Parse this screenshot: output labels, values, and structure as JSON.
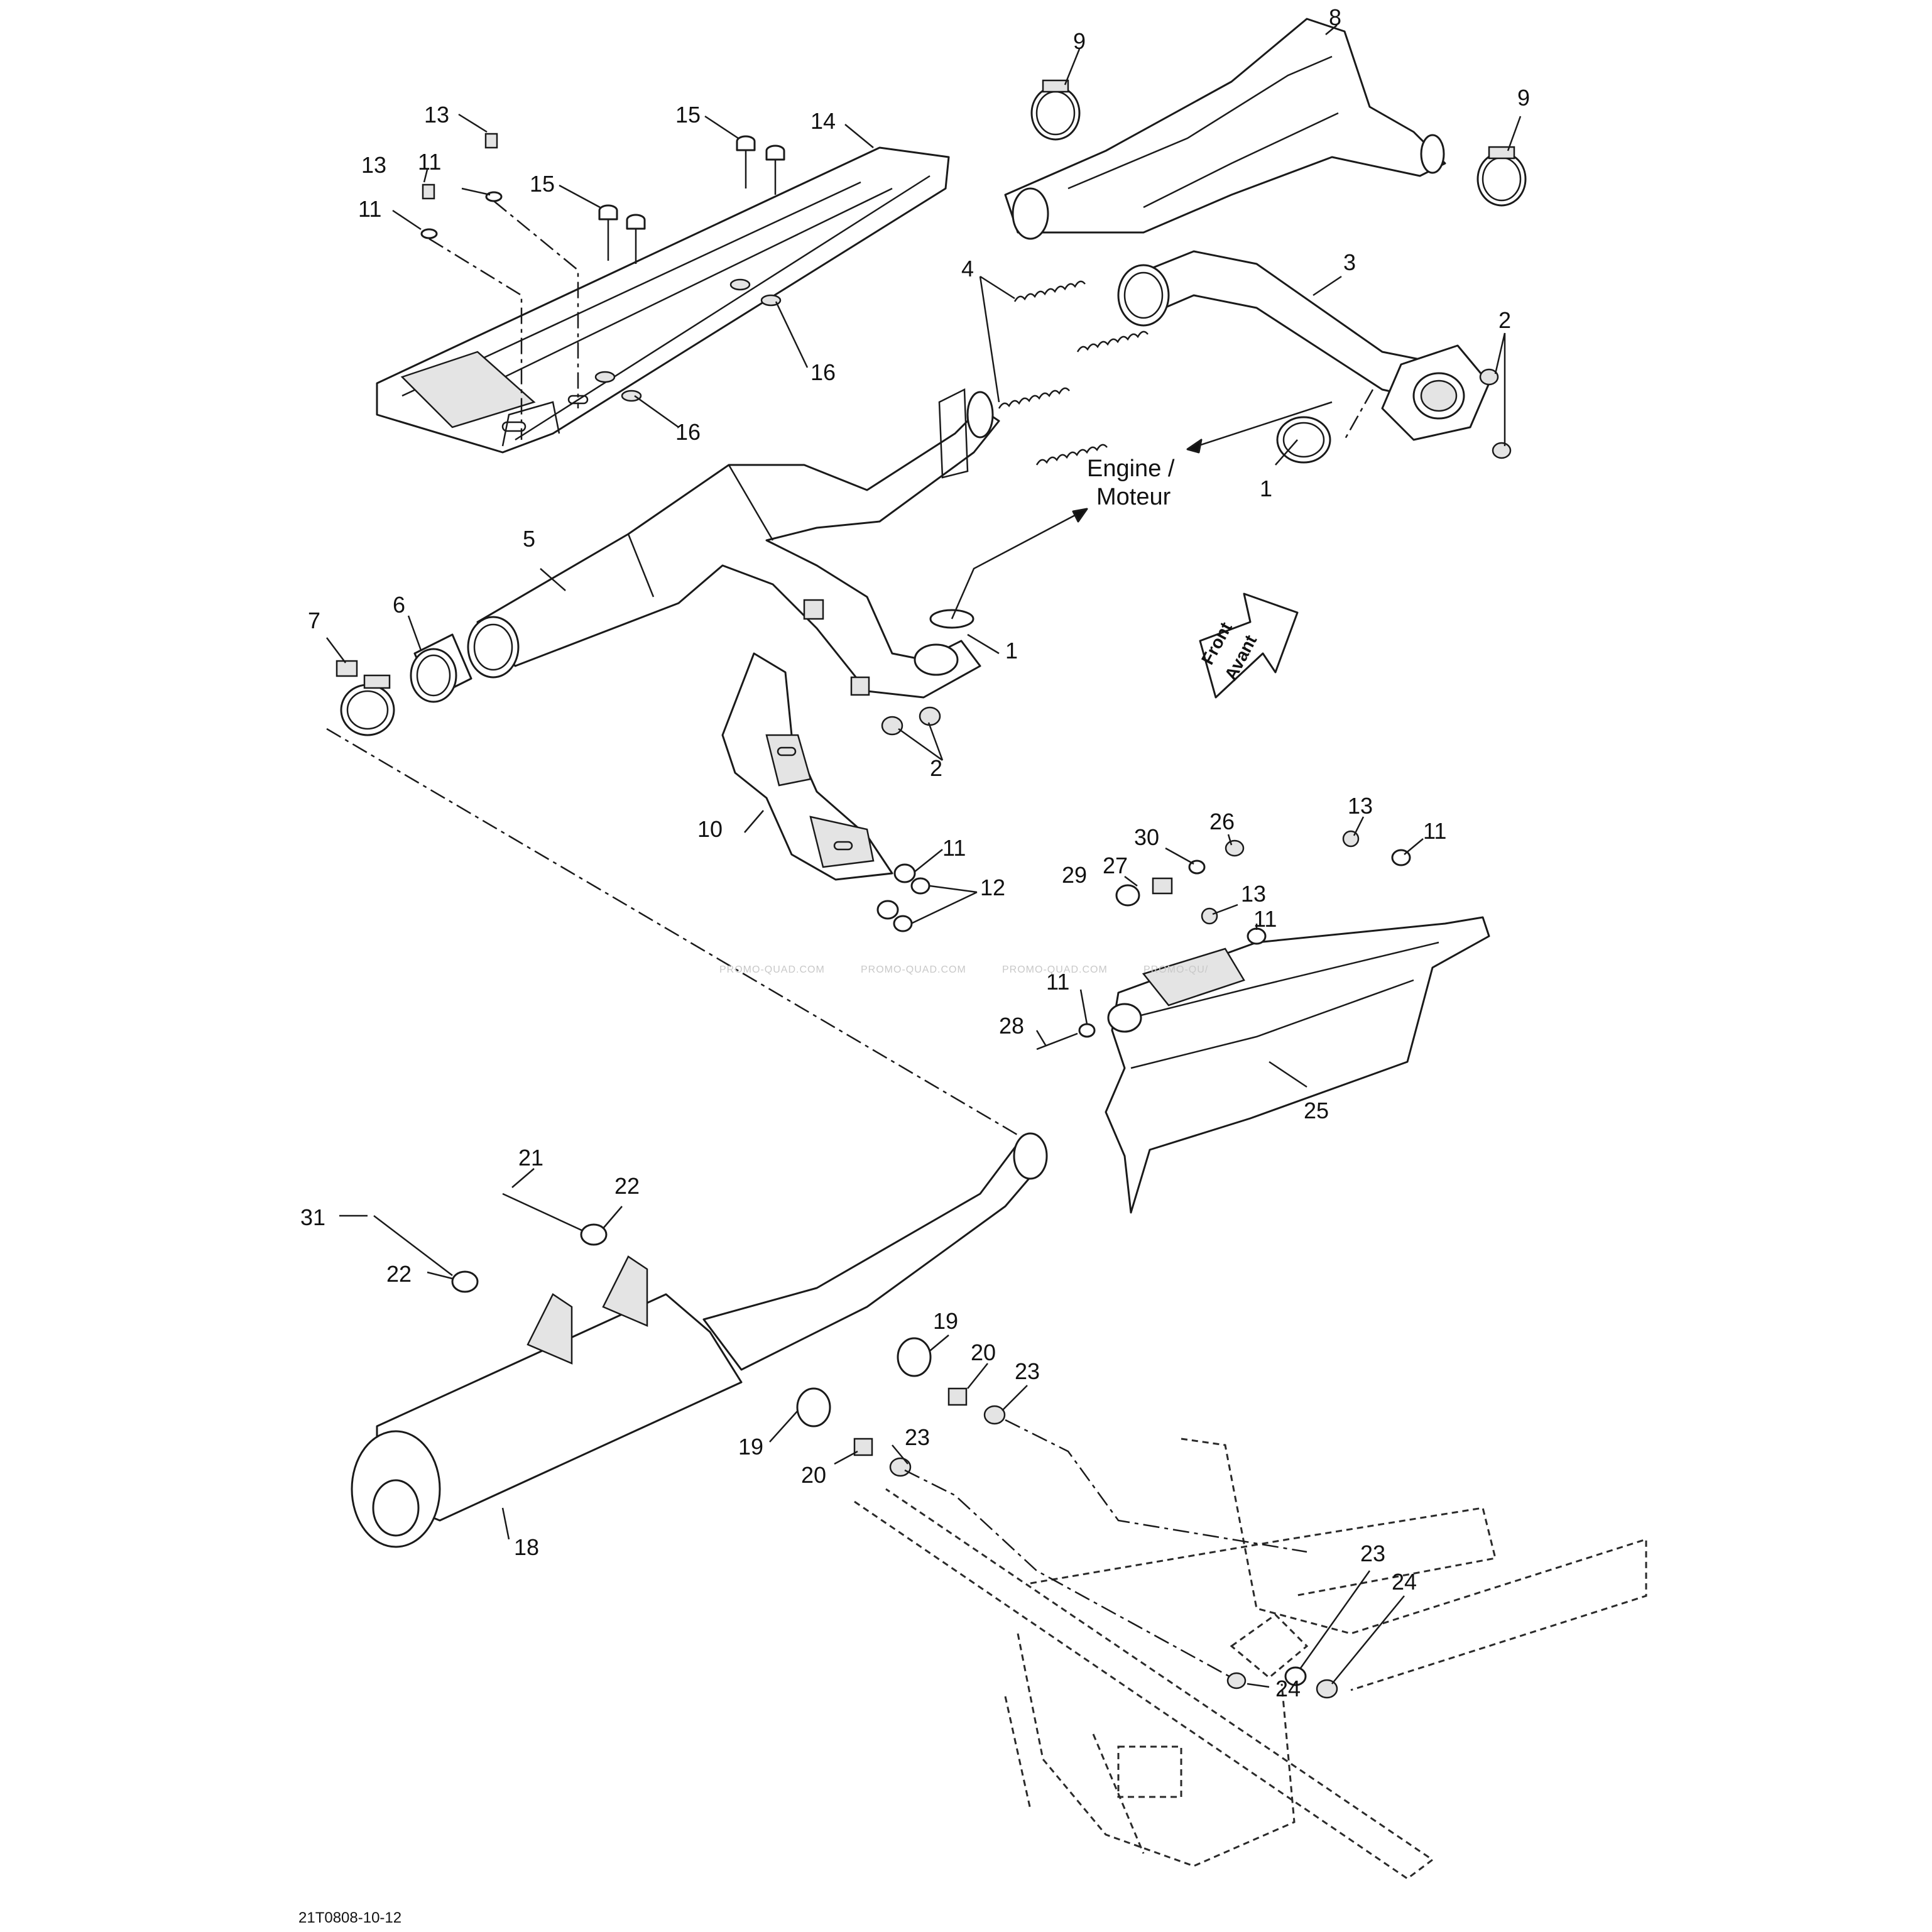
{
  "diagram": {
    "callouts": [
      {
        "id": "c8",
        "text": "8"
      },
      {
        "id": "c9a",
        "text": "9"
      },
      {
        "id": "c9b",
        "text": "9"
      },
      {
        "id": "c13a",
        "text": "13"
      },
      {
        "id": "c13b",
        "text": "13"
      },
      {
        "id": "c11a",
        "text": "11"
      },
      {
        "id": "c11b",
        "text": "11"
      },
      {
        "id": "c15a",
        "text": "15"
      },
      {
        "id": "c15b",
        "text": "15"
      },
      {
        "id": "c14",
        "text": "14"
      },
      {
        "id": "c4",
        "text": "4"
      },
      {
        "id": "c3",
        "text": "3"
      },
      {
        "id": "c2a",
        "text": "2"
      },
      {
        "id": "c16a",
        "text": "16"
      },
      {
        "id": "c16b",
        "text": "16"
      },
      {
        "id": "c1a",
        "text": "1"
      },
      {
        "id": "c5",
        "text": "5"
      },
      {
        "id": "c6",
        "text": "6"
      },
      {
        "id": "c7",
        "text": "7"
      },
      {
        "id": "c1b",
        "text": "1"
      },
      {
        "id": "c2b",
        "text": "2"
      },
      {
        "id": "c10",
        "text": "10"
      },
      {
        "id": "c11c",
        "text": "11"
      },
      {
        "id": "c12",
        "text": "12"
      },
      {
        "id": "c13c",
        "text": "13"
      },
      {
        "id": "c11d",
        "text": "11"
      },
      {
        "id": "c26",
        "text": "26"
      },
      {
        "id": "c30",
        "text": "30"
      },
      {
        "id": "c27",
        "text": "27"
      },
      {
        "id": "c29",
        "text": "29"
      },
      {
        "id": "c13d",
        "text": "13"
      },
      {
        "id": "c11e",
        "text": "11"
      },
      {
        "id": "c11f",
        "text": "11"
      },
      {
        "id": "c28",
        "text": "28"
      },
      {
        "id": "c25",
        "text": "25"
      },
      {
        "id": "c21",
        "text": "21"
      },
      {
        "id": "c22a",
        "text": "22"
      },
      {
        "id": "c31",
        "text": "31"
      },
      {
        "id": "c22b",
        "text": "22"
      },
      {
        "id": "c19a",
        "text": "19"
      },
      {
        "id": "c20a",
        "text": "20"
      },
      {
        "id": "c23a",
        "text": "23"
      },
      {
        "id": "c19b",
        "text": "19"
      },
      {
        "id": "c23b",
        "text": "23"
      },
      {
        "id": "c20b",
        "text": "20"
      },
      {
        "id": "c18",
        "text": "18"
      },
      {
        "id": "c23c",
        "text": "23"
      },
      {
        "id": "c24a",
        "text": "24"
      },
      {
        "id": "c24b",
        "text": "24"
      }
    ],
    "engine_label_line1": "Engine /",
    "engine_label_line2": "Moteur",
    "front_label_line1": "Front",
    "front_label_line2": "Avant",
    "watermark_1": "PROMO-QUAD.COM",
    "watermark_2": "PROMO-QUAD.COM",
    "watermark_3": "PROMO-QUAD.COM",
    "watermark_4": "PROMO-QU/",
    "reference_code": "21T0808-10-12"
  }
}
